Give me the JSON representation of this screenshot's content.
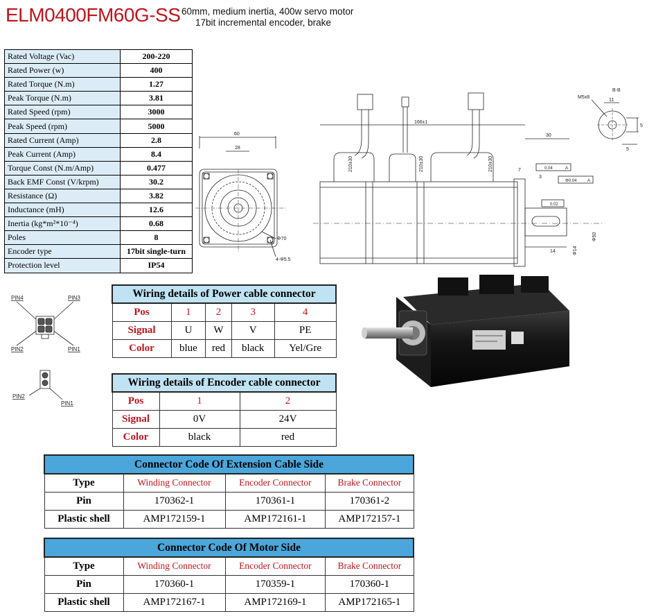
{
  "header": {
    "model": "ELM0400FM60G-SS",
    "line1": "60mm, medium inertia, 400w servo motor",
    "line2": "17bit incremental encoder,  brake"
  },
  "specs": [
    {
      "label": "Rated Voltage (Vac)",
      "value": "200-220"
    },
    {
      "label": "Rated Power (w)",
      "value": "400"
    },
    {
      "label": "Rated Torque (N.m)",
      "value": "1.27"
    },
    {
      "label": "Peak Torque (N.m)",
      "value": "3.81"
    },
    {
      "label": "Rated Speed (rpm)",
      "value": "3000"
    },
    {
      "label": "Peak Speed (rpm)",
      "value": "5000"
    },
    {
      "label": "Rated Current (Amp)",
      "value": "2.8"
    },
    {
      "label": "Peak Current (Amp)",
      "value": "8.4"
    },
    {
      "label": "Torque Const (N.m/Amp)",
      "value": "0.477"
    },
    {
      "label": "Back EMF Const (V/krpm)",
      "value": "30.2"
    },
    {
      "label": "Resistance (Ω)",
      "value": "3.82"
    },
    {
      "label": "Inductance (mH)",
      "value": "12.6"
    },
    {
      "label": "Inertia (kg*m²*10⁻⁴)",
      "value": "0.68"
    },
    {
      "label": "Poles",
      "value": "8"
    },
    {
      "label": "Encoder type",
      "value": "17bit single-turn"
    },
    {
      "label": "Protection level",
      "value": "IP54"
    }
  ],
  "front_view": {
    "dim_width": "60",
    "dim_inner": "28",
    "dim_circle": "Φ70",
    "dim_holes": "4-Φ5.5"
  },
  "side_view": {
    "cable_left": "210±30",
    "cable_mid": "210±30",
    "cable_right": "210±30",
    "dim_length": "166±1",
    "dim_shaft": "30",
    "dim_7": "7",
    "dim_3": "3",
    "tol_1": "0.04",
    "tol_1_ref": "A",
    "tol_2": "Φ0.04",
    "tol_2_ref": "A",
    "tol_3": "0.02",
    "dim_14": "14",
    "dim_shaft_dia": "Φ14",
    "dim_flange_dia": "Φ50"
  },
  "section_view": {
    "title": "B-B",
    "thread": "M5x8",
    "dim_11": "11",
    "dim_5a": "5",
    "dim_5b": "5"
  },
  "pins": {
    "pin1": "PIN1",
    "pin2": "PIN2",
    "pin3": "PIN3",
    "pin4": "PIN4",
    "enc_pin1": "PIN1",
    "enc_pin2": "PIN2"
  },
  "power_table": {
    "title": "Wiring details of Power cable connector",
    "rows": [
      {
        "label": "Pos",
        "cells": [
          "1",
          "2",
          "3",
          "4"
        ]
      },
      {
        "label": "Signal",
        "cells": [
          "U",
          "W",
          "V",
          "PE"
        ]
      },
      {
        "label": "Color",
        "cells": [
          "blue",
          "red",
          "black",
          "Yel/Gre"
        ]
      }
    ]
  },
  "encoder_table": {
    "title": "Wiring details of Encoder cable connector",
    "rows": [
      {
        "label": "Pos",
        "cells": [
          "1",
          "2"
        ]
      },
      {
        "label": "Signal",
        "cells": [
          "0V",
          "24V"
        ]
      },
      {
        "label": "Color",
        "cells": [
          "black",
          "red"
        ]
      }
    ]
  },
  "extension_table": {
    "title": "Connector Code Of Extension Cable Side",
    "columns": [
      "Type",
      "Winding Connector",
      "Encoder Connector",
      "Brake Connector"
    ],
    "rows": [
      {
        "label": "Pin",
        "cells": [
          "170362-1",
          "170361-1",
          "170361-2"
        ]
      },
      {
        "label": "Plastic shell",
        "cells": [
          "AMP172159-1",
          "AMP172161-1",
          "AMP172157-1"
        ]
      }
    ]
  },
  "motor_table": {
    "title": "Connector Code Of Motor Side",
    "columns": [
      "Type",
      "Winding Connector",
      "Encoder Connector",
      "Brake Connector"
    ],
    "rows": [
      {
        "label": "Pin",
        "cells": [
          "170360-1",
          "170359-1",
          "170360-1"
        ]
      },
      {
        "label": "Plastic shell",
        "cells": [
          "AMP172167-1",
          "AMP172169-1",
          "AMP172165-1"
        ]
      }
    ]
  },
  "colors": {
    "title_red": "#c0141c",
    "spec_label_bg": "#dcecf7",
    "wiring_header_bg": "#bfe3f3",
    "code_header_bg": "#4ba7db"
  }
}
